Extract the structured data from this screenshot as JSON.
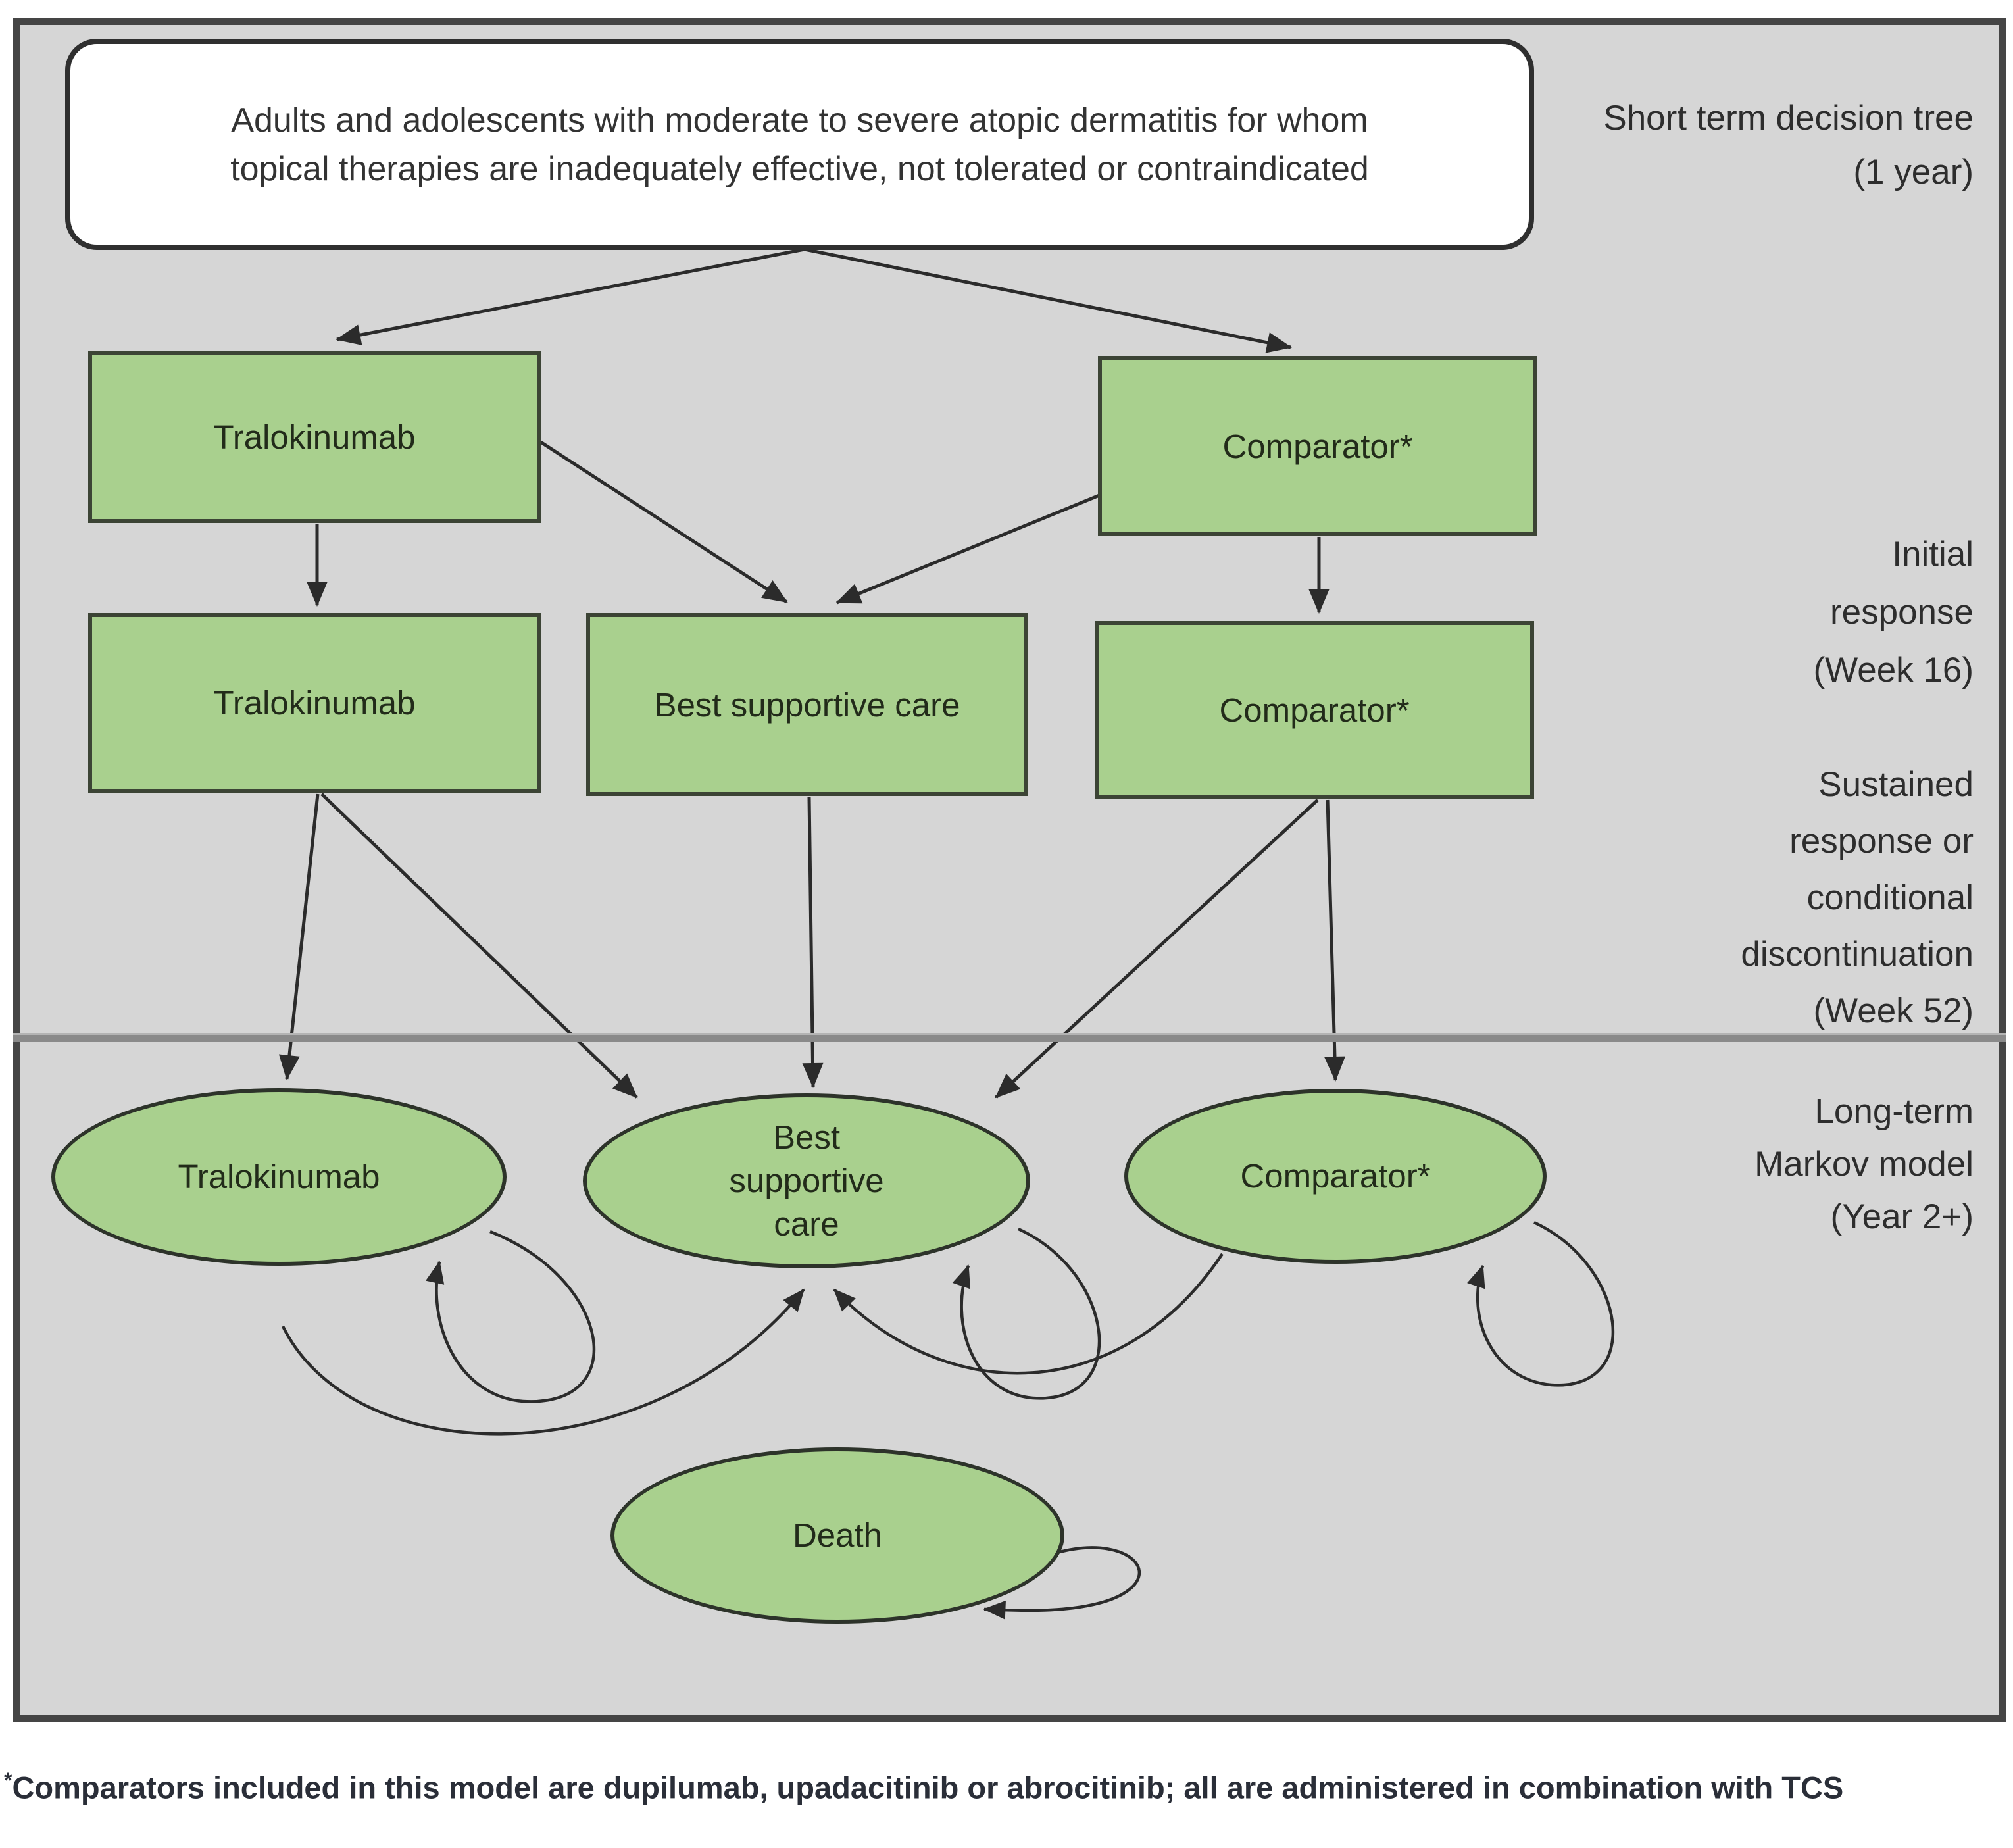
{
  "colors": {
    "panel_bg": "#d6d6d6",
    "panel_border": "#454545",
    "node_green": "#a9d08e",
    "node_border": "#3c4435",
    "arrow": "#2b2b2b",
    "divider": "#8a8a8a",
    "footnote": "#2a2e38"
  },
  "population_box": {
    "lines": [
      "Adults and adolescents with moderate to severe atopic dermatitis for whom",
      "topical therapies are inadequately effective, not tolerated or contraindicated"
    ]
  },
  "stages": {
    "short_term": {
      "lines": [
        "Short term decision tree",
        "(1 year)"
      ]
    },
    "initial": {
      "lines": [
        "Initial",
        "response",
        "(Week 16)"
      ]
    },
    "sustained": {
      "lines": [
        "Sustained",
        "response or",
        "conditional",
        "discontinuation",
        "(Week 52)"
      ]
    },
    "long_term": {
      "lines": [
        "Long-term",
        "Markov model",
        "(Year 2+)"
      ]
    }
  },
  "tree": {
    "tralokinumab_arm": "Tralokinumab",
    "comparator_arm": "Comparator*",
    "tralokinumab_response": "Tralokinumab",
    "bsc_response": "Best supportive care",
    "comparator_response": "Comparator*"
  },
  "markov": {
    "tralokinumab": "Tralokinumab",
    "bsc": "Best supportive care",
    "comparator": "Comparator*",
    "death": "Death"
  },
  "footnote": {
    "marker": "*",
    "text": "Comparators included in this model are dupilumab, upadacitinib or abrocitinib; all are administered in combination with TCS"
  }
}
